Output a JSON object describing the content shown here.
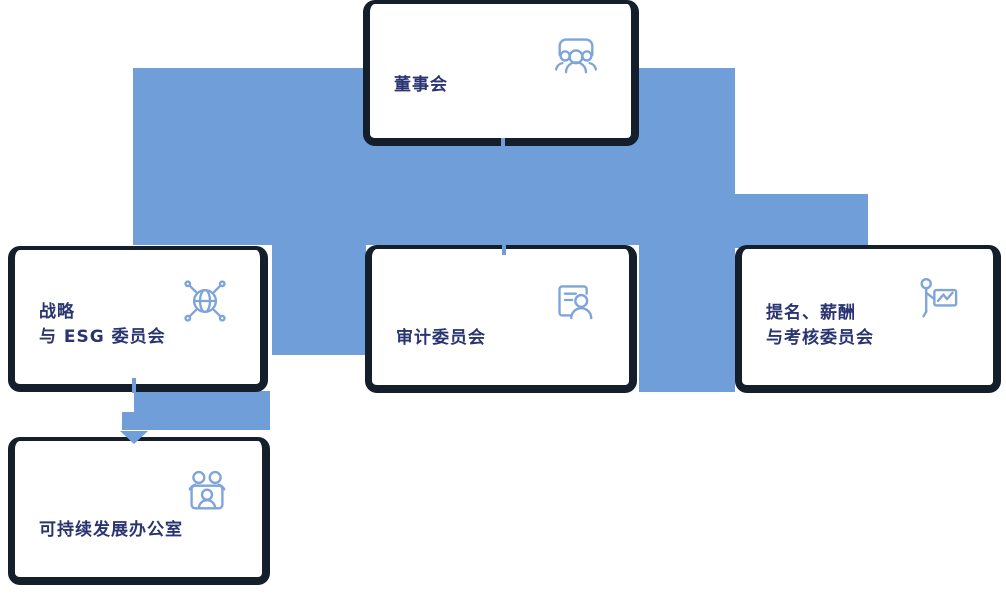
{
  "colors": {
    "band": "#6f9ed8",
    "ink": "#151e2b",
    "text": "#2a3470",
    "icon": "#7da4db",
    "bg": "#ffffff"
  },
  "org_chart": {
    "type": "org-hierarchy",
    "nodes": [
      {
        "id": "board",
        "label_lines": [
          "董事会"
        ],
        "icon": "people-group-icon"
      },
      {
        "id": "strategy-esg",
        "label_lines": [
          "战略",
          "与 ESG 委员会"
        ],
        "icon": "globe-network-icon"
      },
      {
        "id": "audit",
        "label_lines": [
          "审计委员会"
        ],
        "icon": "id-card-icon"
      },
      {
        "id": "nomination-remuneration-assessment",
        "label_lines": [
          "提名、薪酬",
          "与考核委员会"
        ],
        "icon": "presenter-chart-icon"
      },
      {
        "id": "sustainability-office",
        "label_lines": [
          "可持续发展办公室"
        ],
        "icon": "team-meeting-icon"
      }
    ],
    "edges": [
      {
        "from": "board",
        "to": "strategy-esg"
      },
      {
        "from": "board",
        "to": "audit"
      },
      {
        "from": "board",
        "to": "nomination-remuneration-assessment"
      },
      {
        "from": "strategy-esg",
        "to": "sustainability-office"
      }
    ]
  }
}
